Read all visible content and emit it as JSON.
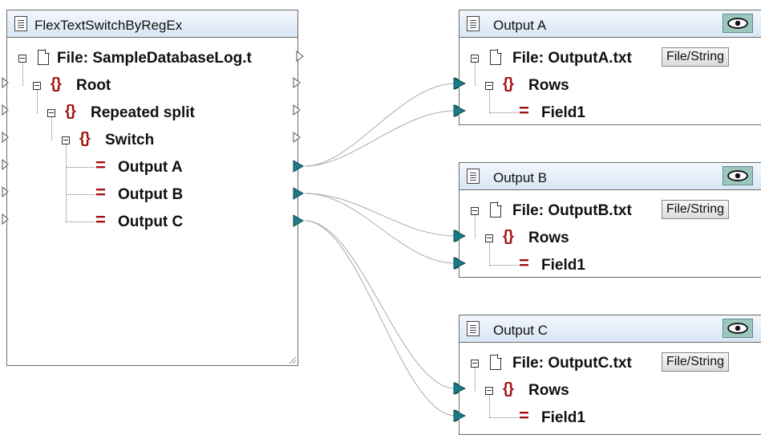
{
  "source": {
    "title": "FlexTextSwitchByRegEx",
    "file_label": "File: SampleDatabaseLog.t",
    "root_label": "Root",
    "split_label": "Repeated split",
    "switch_label": "Switch",
    "outputs": [
      "Output A",
      "Output B",
      "Output C"
    ]
  },
  "targets": [
    {
      "title": "Output A",
      "file_label": "File: OutputA.txt",
      "button_label": "File/String",
      "rows_label": "Rows",
      "field_label": "Field1"
    },
    {
      "title": "Output B",
      "file_label": "File: OutputB.txt",
      "button_label": "File/String",
      "rows_label": "Rows",
      "field_label": "Field1"
    },
    {
      "title": "Output C",
      "file_label": "File: OutputC.txt",
      "button_label": "File/String",
      "rows_label": "Rows",
      "field_label": "Field1"
    }
  ],
  "colors": {
    "connector": "#1c7b85",
    "brace": "#a01010",
    "header": "#d9e6f5"
  }
}
